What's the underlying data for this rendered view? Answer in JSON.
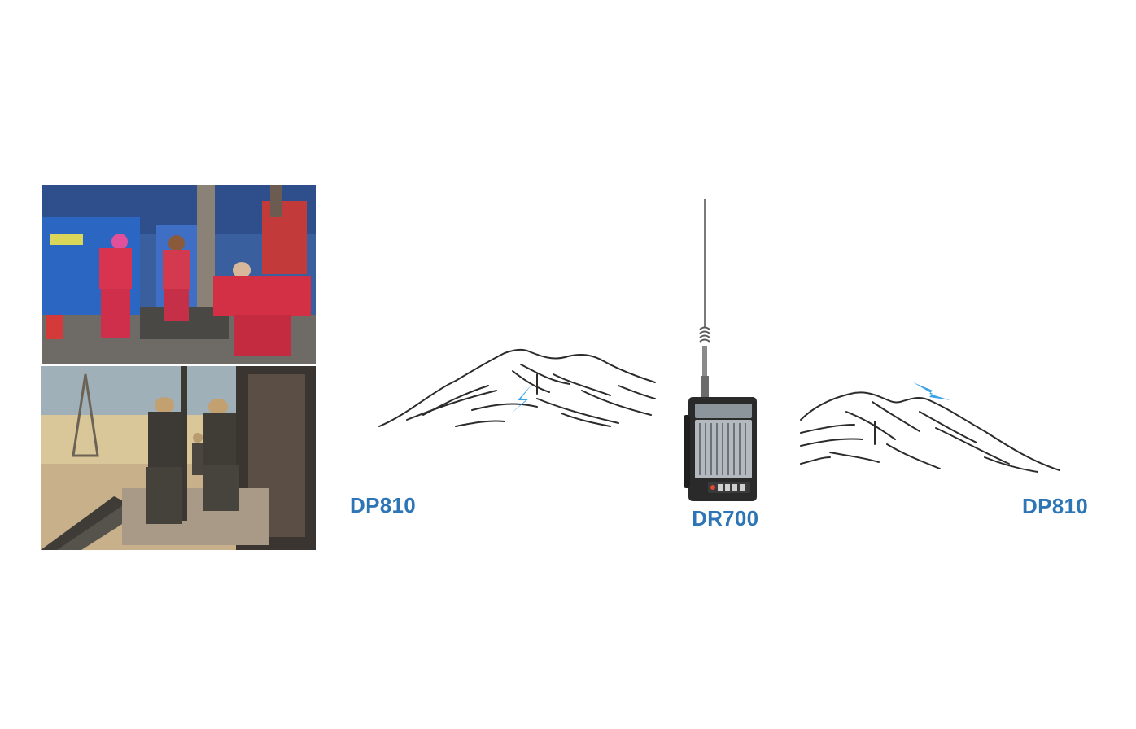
{
  "colors": {
    "accent": "#2e75b6",
    "signal": "#3aa3e8",
    "sketch": "#2b2b2b"
  },
  "labels": {
    "left_radio": "DP810",
    "repeater": "DR700",
    "right_radio": "DP810"
  },
  "icons": {
    "left_signal": "lightning-signal-icon",
    "right_signal": "lightning-signal-icon",
    "repeater": "dr700-repeater-device"
  }
}
